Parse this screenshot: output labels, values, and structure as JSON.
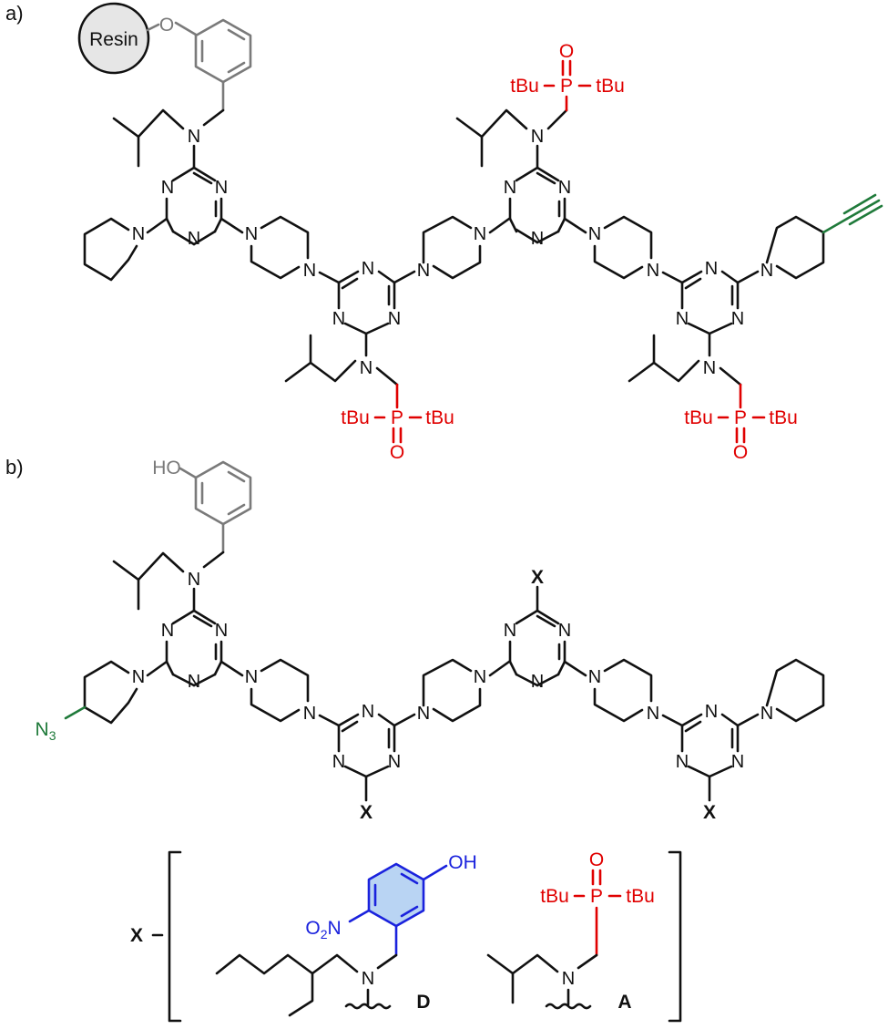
{
  "panels": {
    "a": {
      "label": "a)"
    },
    "b": {
      "label": "b)"
    }
  },
  "labels": {
    "resin": "Resin",
    "oxygen": "O",
    "hydroxyl": "HO",
    "nitrogen": "N",
    "phosphorus": "P",
    "tbu": "tBu",
    "azide": "N3",
    "azide_main": "N",
    "azide_sub": "3",
    "x": "X",
    "nitro_o": "O",
    "nitro_sub": "2",
    "nitro_n": "N",
    "oh": "OH",
    "monomer_d": "D",
    "monomer_a": "A"
  },
  "colors": {
    "bond": "#111111",
    "phosphine_oxide": "#e00000",
    "linker": "#7a7a7a",
    "click_group": "#1f7a3a",
    "nitrophenol": "#1a22dd",
    "ring_fill": "#b9d4f3",
    "resin_fill": "#e6e6e6"
  }
}
